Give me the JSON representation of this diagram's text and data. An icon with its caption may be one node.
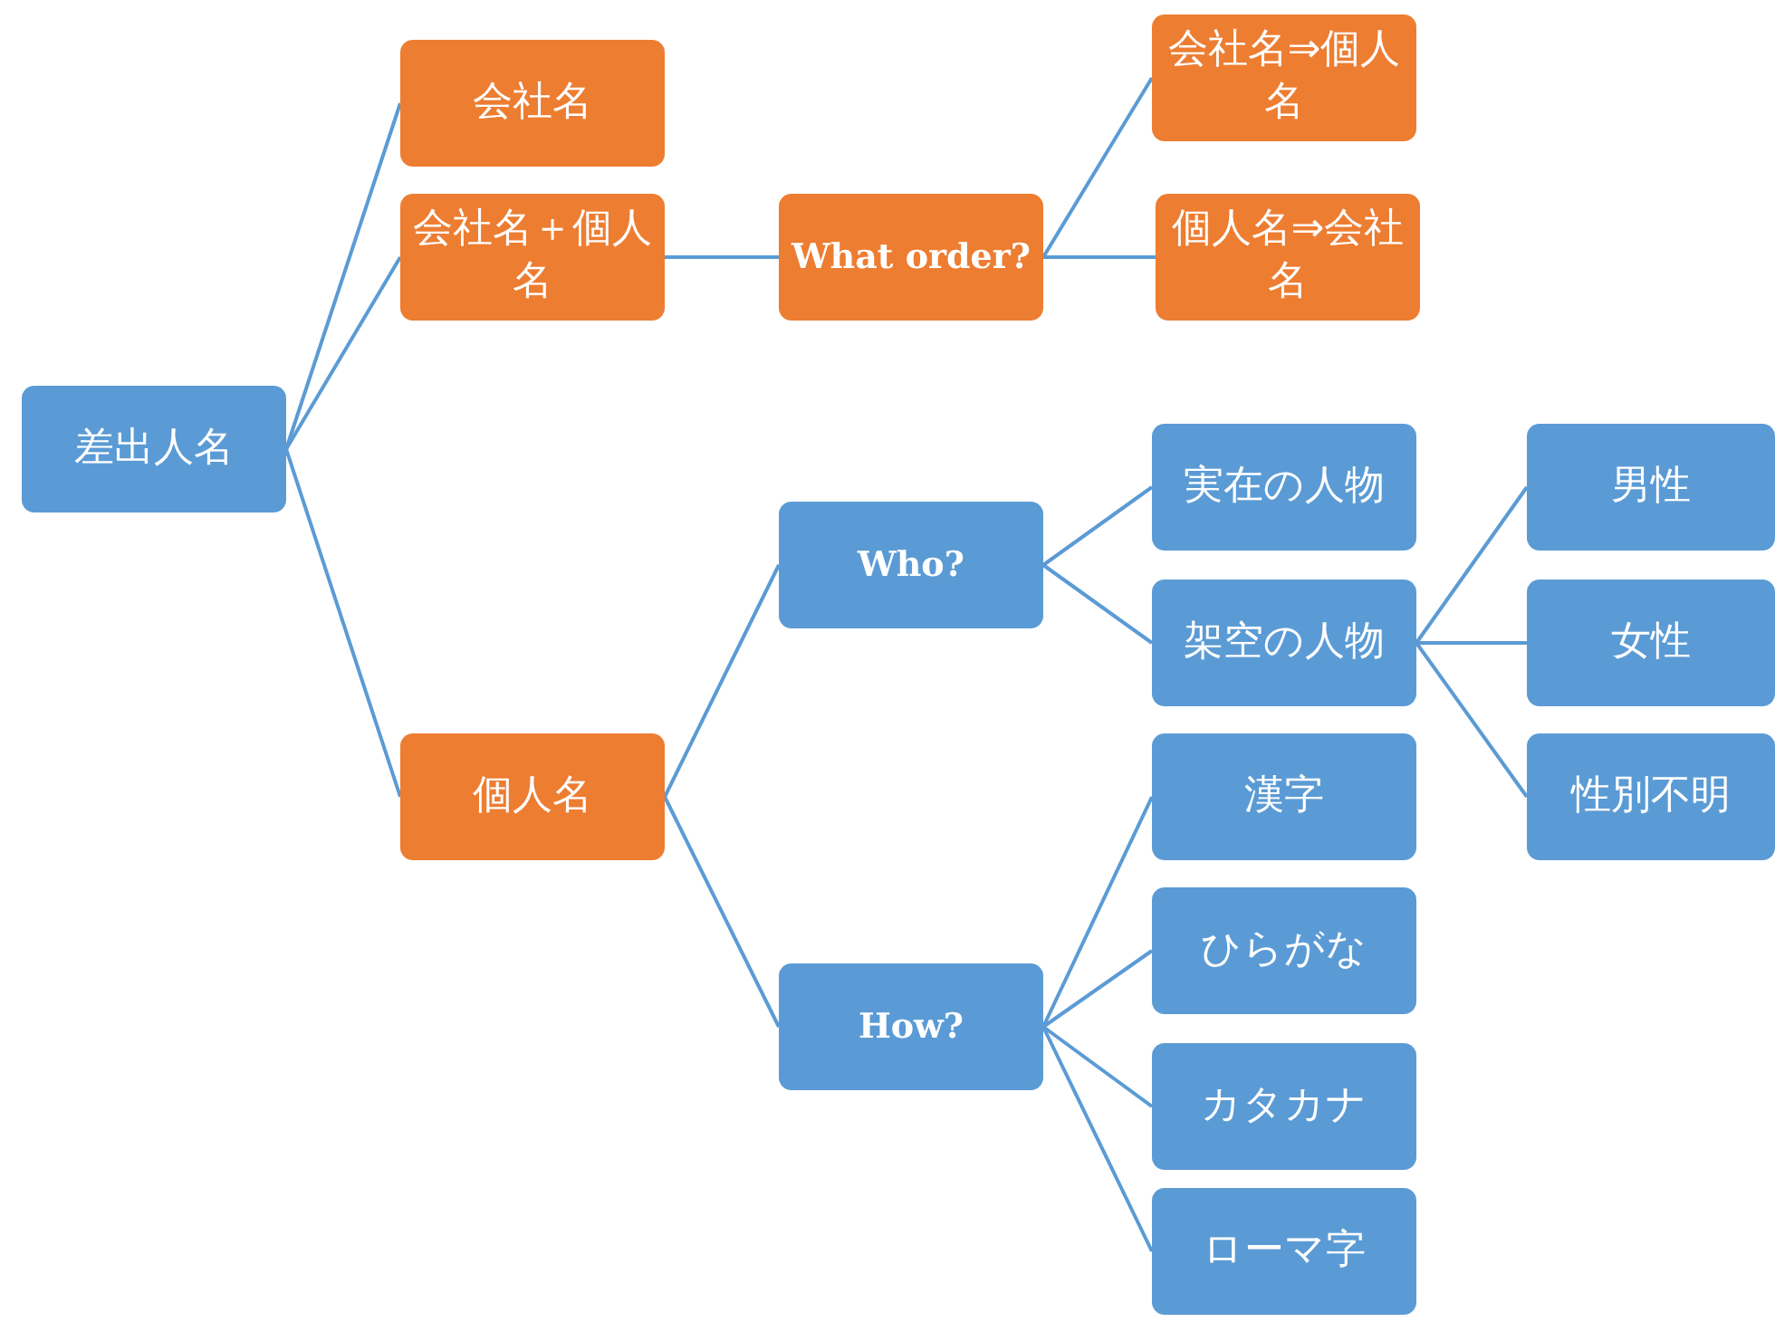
{
  "diagram": {
    "nodes": [
      {
        "text": [
          "差出人名"
        ]
      },
      {
        "text": [
          "会社名"
        ]
      },
      {
        "text": [
          "会社名＋個人名"
        ]
      },
      {
        "text": [
          "What order?"
        ]
      },
      {
        "text": [
          "会社名⇒個人名"
        ]
      },
      {
        "text": [
          "個人名⇒会社名"
        ]
      },
      {
        "text": [
          "個人名"
        ]
      },
      {
        "text": [
          "Who?"
        ]
      },
      {
        "text": [
          "実在の人物"
        ]
      },
      {
        "text": [
          "架空の人物"
        ]
      },
      {
        "text": [
          "男性"
        ]
      },
      {
        "text": [
          "女性"
        ]
      },
      {
        "text": [
          "性別不明"
        ]
      },
      {
        "text": [
          "How?"
        ]
      },
      {
        "text": [
          "漢字"
        ]
      },
      {
        "text": [
          "ひらがな"
        ]
      },
      {
        "text": [
          "カタカナ"
        ]
      },
      {
        "text": [
          "ローマ字"
        ]
      }
    ],
    "edges": [
      {
        "from": 0,
        "to": 1,
        "arrow": "none"
      },
      {
        "from": 0,
        "to": 2,
        "arrow": "none"
      },
      {
        "from": 0,
        "to": 6,
        "arrow": "none"
      },
      {
        "from": 2,
        "to": 3,
        "arrow": "none"
      },
      {
        "from": 3,
        "to": 4,
        "arrow": "none"
      },
      {
        "from": 3,
        "to": 5,
        "arrow": "none"
      },
      {
        "from": 6,
        "to": 7,
        "arrow": "none"
      },
      {
        "from": 6,
        "to": 13,
        "arrow": "none"
      },
      {
        "from": 7,
        "to": 8,
        "arrow": "none"
      },
      {
        "from": 7,
        "to": 9,
        "arrow": "none"
      },
      {
        "from": 9,
        "to": 10,
        "arrow": "none"
      },
      {
        "from": 9,
        "to": 11,
        "arrow": "none"
      },
      {
        "from": 9,
        "to": 12,
        "arrow": "none"
      },
      {
        "from": 13,
        "to": 14,
        "arrow": "none"
      },
      {
        "from": 13,
        "to": 15,
        "arrow": "none"
      },
      {
        "from": 13,
        "to": 16,
        "arrow": "none"
      },
      {
        "from": 13,
        "to": 17,
        "arrow": "none"
      }
    ]
  }
}
